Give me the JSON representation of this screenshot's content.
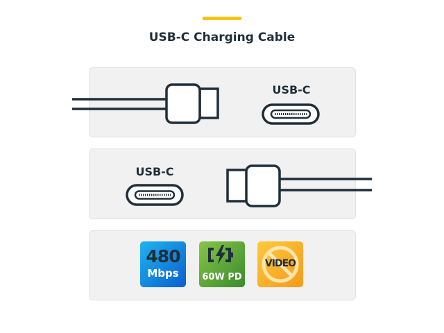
{
  "title": "USB-C Charging Cable",
  "accent_color": "#f7c31a",
  "panels": [
    {
      "label": "USB-C",
      "description_icon": "usb-c-plug-and-port"
    },
    {
      "label": "USB-C",
      "description_icon": "usb-c-port-and-plug"
    }
  ],
  "badges": [
    {
      "top": "480",
      "bottom": "Mbps",
      "icon": "data-speed-badge",
      "color": "#1a8fe3"
    },
    {
      "bottom": "60W PD",
      "icon": "battery-charging-icon",
      "color": "#5fae3a"
    },
    {
      "text": "VIDEO",
      "icon": "no-video-icon",
      "color": "#fbb42a"
    }
  ]
}
